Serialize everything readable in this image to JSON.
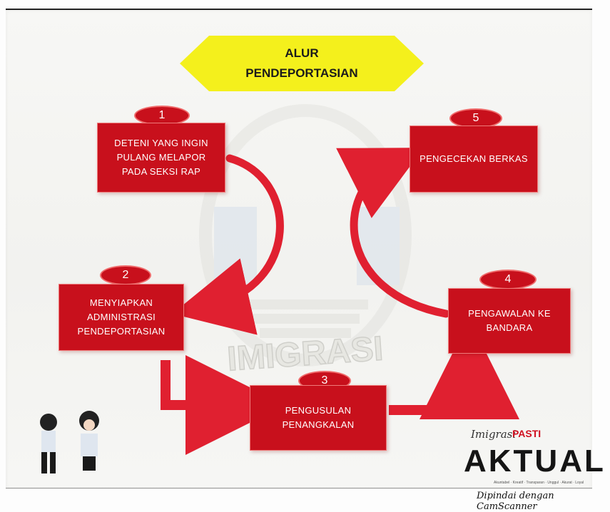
{
  "title": [
    "ALUR",
    "PENDEPORTASIAN"
  ],
  "watermark": "IMIGRASI",
  "steps": [
    {
      "number": "1",
      "label": "DETENI YANG INGIN\nPULANG MELAPOR\nPADA SEKSI RAP"
    },
    {
      "number": "2",
      "label": "MENYIAPKAN\nADMINISTRASI\nPENDEPORTASIAN"
    },
    {
      "number": "3",
      "label": "PENGUSULAN\nPENANGKALAN"
    },
    {
      "number": "4",
      "label": "PENGAWALAN KE\nBANDARA"
    },
    {
      "number": "5",
      "label": "PENGECEKAN BERKAS"
    }
  ],
  "branding": {
    "tagline_script": "Imigrasi",
    "tagline_bold": "PASTI",
    "wordmark": "AKTUAL",
    "motto": "Akuntabel · Kreatif · Transparan · Unggul · Akurat · Loyal"
  },
  "scanner_note": "Dipindai dengan CamScanner",
  "colors": {
    "box_fill": "#c8101c",
    "title_fill": "#f4f01c",
    "arrow": "#e02030"
  }
}
